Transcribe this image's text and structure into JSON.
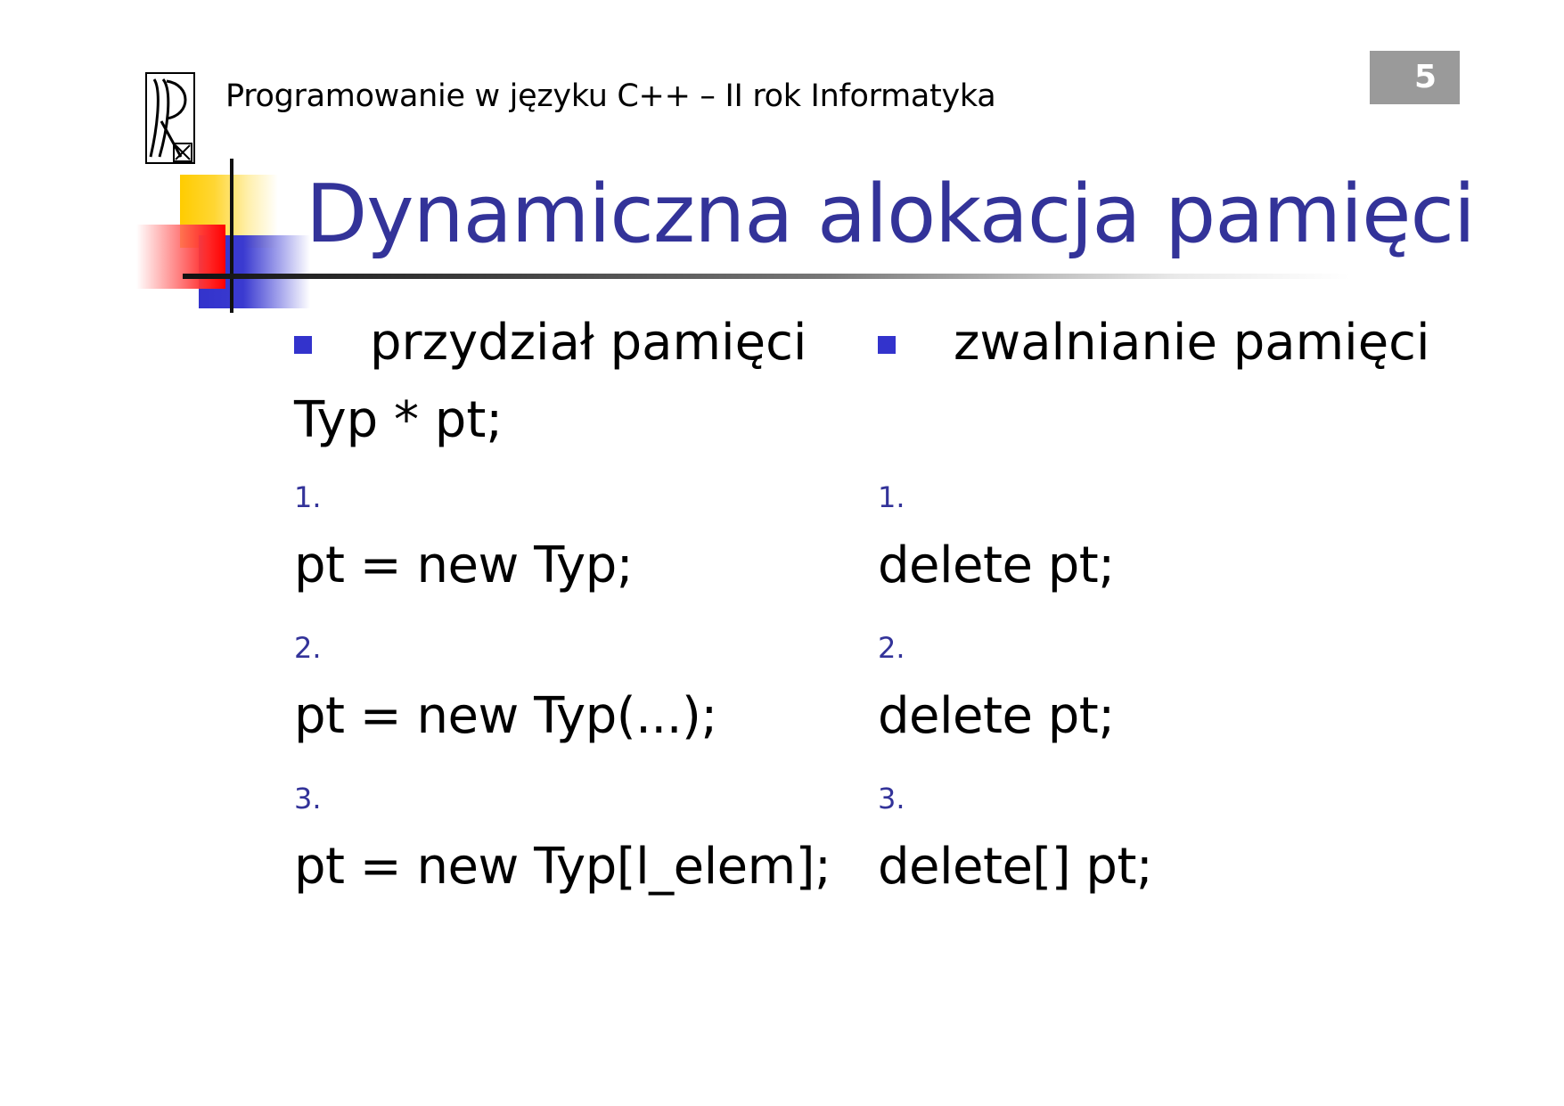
{
  "header": {
    "course_title": "Programowanie w języku C++ – II rok Informatyka",
    "slide_number": "5"
  },
  "title": "Dynamiczna alokacja pamięci",
  "left_column": {
    "heading": "przydział pamięci",
    "declaration": "Typ * pt;",
    "items": [
      {
        "number": "1.",
        "code": "pt = new Typ;"
      },
      {
        "number": "2.",
        "code": "pt = new Typ(...);"
      },
      {
        "number": "3.",
        "code": "pt = new Typ[l_elem];"
      }
    ]
  },
  "right_column": {
    "heading": "zwalnianie pamięci",
    "items": [
      {
        "number": "1.",
        "code": "delete pt;"
      },
      {
        "number": "2.",
        "code": "delete pt;"
      },
      {
        "number": "3.",
        "code": "delete[] pt;"
      }
    ]
  },
  "colors": {
    "title": "#333399",
    "bullet": "#3333cc",
    "badge": "#9a9a9a"
  }
}
